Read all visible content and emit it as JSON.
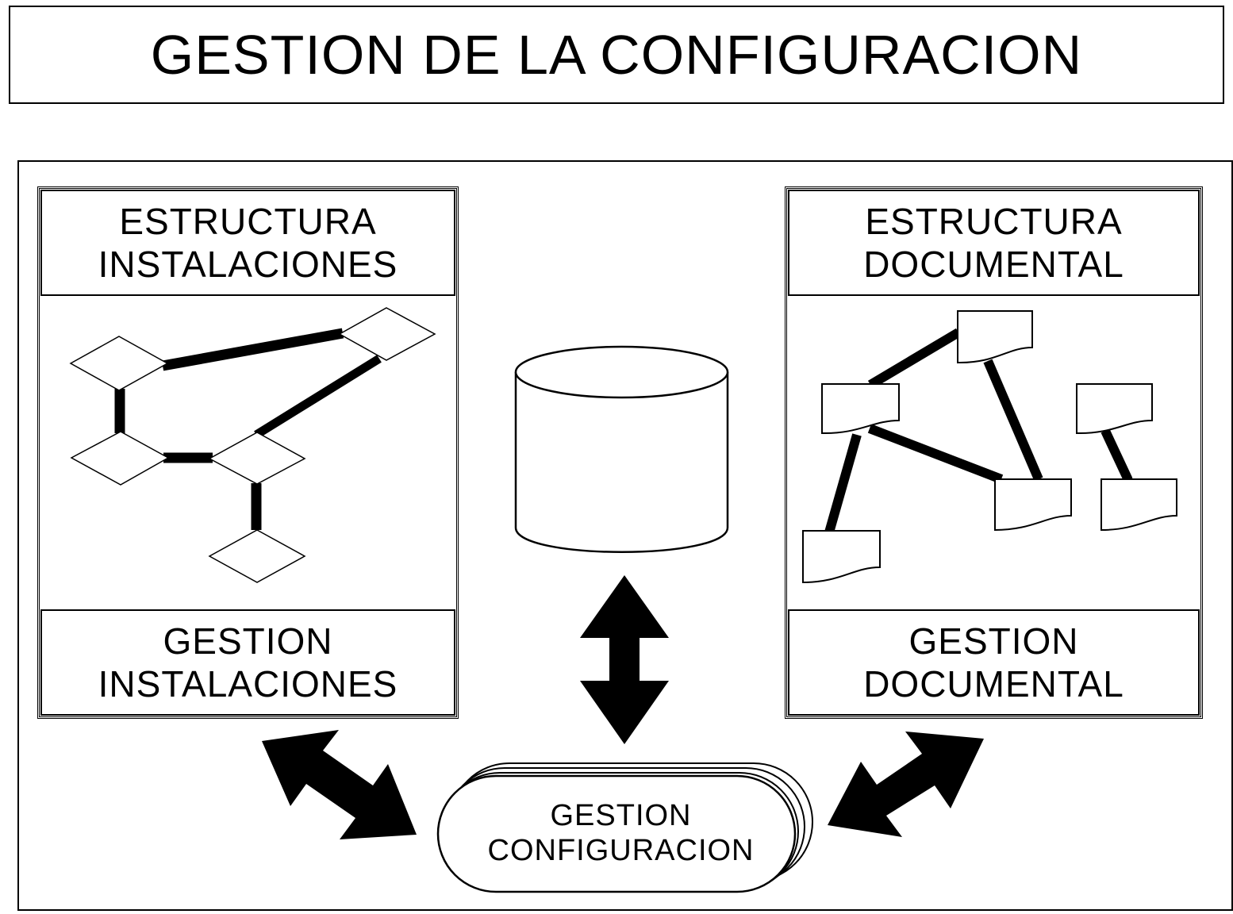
{
  "title": "GESTION DE LA CONFIGURACION",
  "left_panel": {
    "top_label": [
      "ESTRUCTURA",
      "INSTALACIONES"
    ],
    "bottom_label": [
      "GESTION",
      "INSTALACIONES"
    ],
    "diagram_icon": "network-diamond-nodes-icon"
  },
  "right_panel": {
    "top_label": [
      "ESTRUCTURA",
      "DOCUMENTAL"
    ],
    "bottom_label": [
      "GESTION",
      "DOCUMENTAL"
    ],
    "diagram_icon": "document-nodes-icon"
  },
  "center": {
    "database_icon": "database-cylinder-icon",
    "connector_icon": "double-arrow-icon",
    "pill_label": [
      "GESTION",
      "CONFIGURACION"
    ]
  },
  "colors": {
    "stroke": "#000000",
    "background": "#ffffff"
  }
}
